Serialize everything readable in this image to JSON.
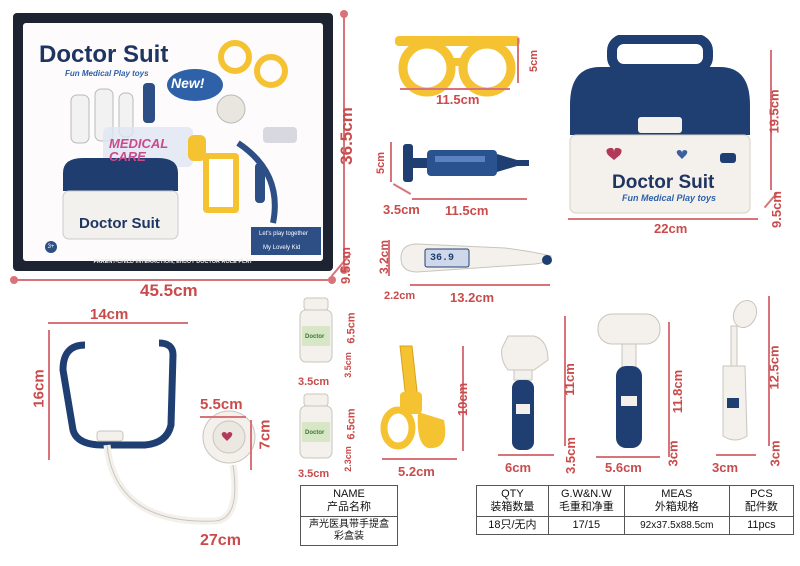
{
  "box": {
    "brand": "Doctor Suit",
    "subtitle": "Fun Medical Play toys",
    "badge": "New!",
    "medical_care": "MEDICAL CARE",
    "front_brand": "Doctor Suit",
    "tag1": "Let's play together",
    "tag2": "My Lovely Kid",
    "age": "3+",
    "footer": "PARENT-CHILD INTERACTION, ENJOY DOCTOR ROLE PLAY"
  },
  "case": {
    "brand": "Doctor Suit",
    "subtitle": "Fun Medical Play toys"
  },
  "thermometer_display": "36.9",
  "bottle_label": "Doctor",
  "dimensions": {
    "box_height": "36.5cm",
    "box_width": "45.5cm",
    "box_depth": "9.5cm",
    "glasses_w": "11.5cm",
    "glasses_h": "5cm",
    "syringe_h": "5cm",
    "syringe_d": "3.5cm",
    "syringe_w": "11.5cm",
    "case_h": "19.5cm",
    "case_d": "9.5cm",
    "case_w": "22cm",
    "thermo_h": "3.2cm",
    "thermo_d": "2.2cm",
    "thermo_w": "13.2cm",
    "steth_w": "14cm",
    "steth_h": "16cm",
    "steth_head": "5.5cm",
    "steth_head_h": "7cm",
    "steth_len": "27cm",
    "bottle1_h": "6.5cm",
    "bottle1_w": "3.5cm",
    "bottle1_d": "3.5cm",
    "bottle2_h": "6.5cm",
    "bottle2_w": "3.5cm",
    "bottle2_d": "2.3cm",
    "scissors_h": "10cm",
    "scissors_w": "5.2cm",
    "otoscope_h": "11cm",
    "otoscope_w": "6cm",
    "otoscope_d": "3.5cm",
    "hammer_h": "11.8cm",
    "hammer_w": "5.6cm",
    "hammer_d": "3cm",
    "mirror_h": "12.5cm",
    "mirror_w": "3cm",
    "mirror_d": "3cm"
  },
  "table": {
    "name_header": "NAME",
    "name_header_cn": "产品名称",
    "name_value": "声光医具带手提盒彩盒装",
    "qty_header": "QTY",
    "qty_header_cn": "装箱数量",
    "qty_value": "18只/无内",
    "weight_header": "G.W&N.W",
    "weight_header_cn": "毛重和净重",
    "weight_value": "17/15",
    "meas_header": "MEAS",
    "meas_header_cn": "外箱规格",
    "meas_value": "92x37.5x88.5cm",
    "pcs_header": "PCS",
    "pcs_header_cn": "配件数",
    "pcs_value": "11pcs"
  },
  "colors": {
    "navy": "#1f3f73",
    "yellow": "#f5c232",
    "dimension": "#c94b4b",
    "box_frame": "#1d2330"
  }
}
